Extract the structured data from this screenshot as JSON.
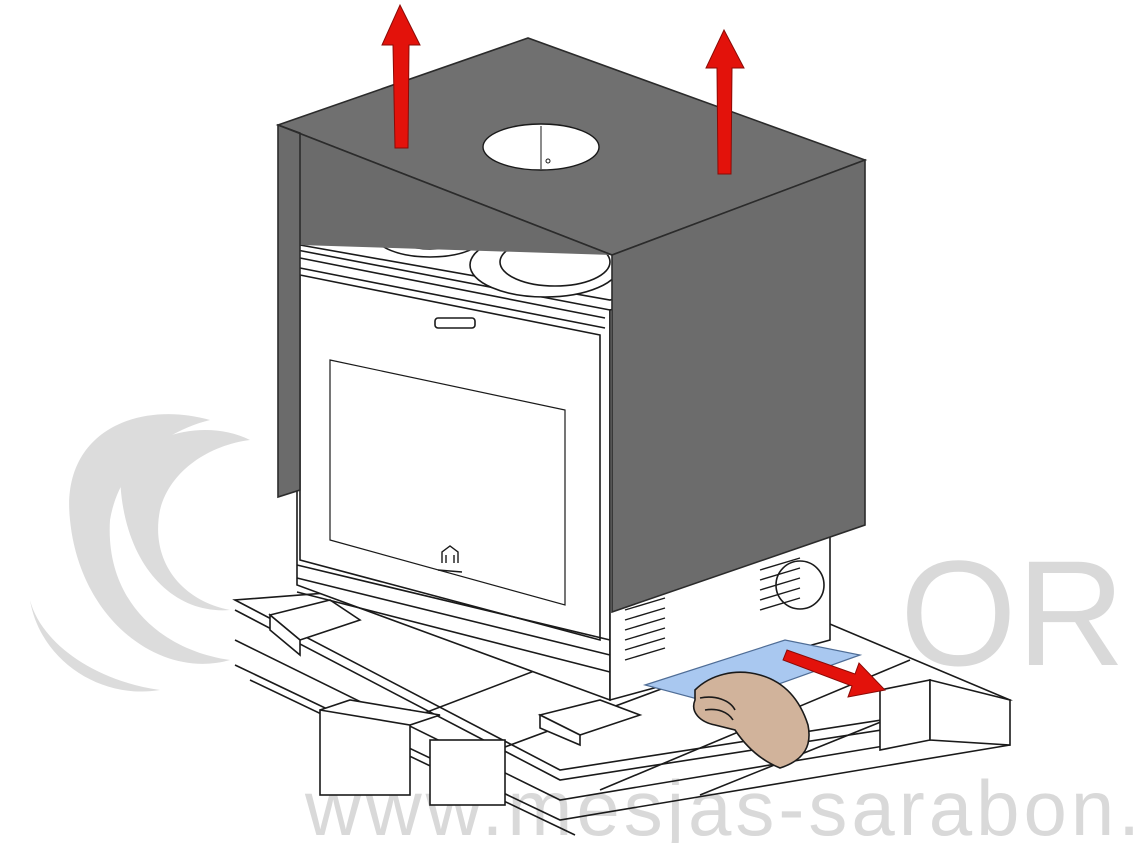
{
  "figure": {
    "watermark_url": "www.mesjas-sarabon.com",
    "watermark_letters": "OR",
    "colors": {
      "cover": "#6f6f6f",
      "cover_edge": "#2b2b2b",
      "arrow": "#e3120b",
      "sheet": "#a9c8f0",
      "hand": "#d1b39b",
      "watermark": "#d9d9d9",
      "line": "#1a1a1a"
    },
    "icons": [
      "lift-up-arrow",
      "pull-out-arrow",
      "hand-icon",
      "brand-logo-icon"
    ]
  }
}
